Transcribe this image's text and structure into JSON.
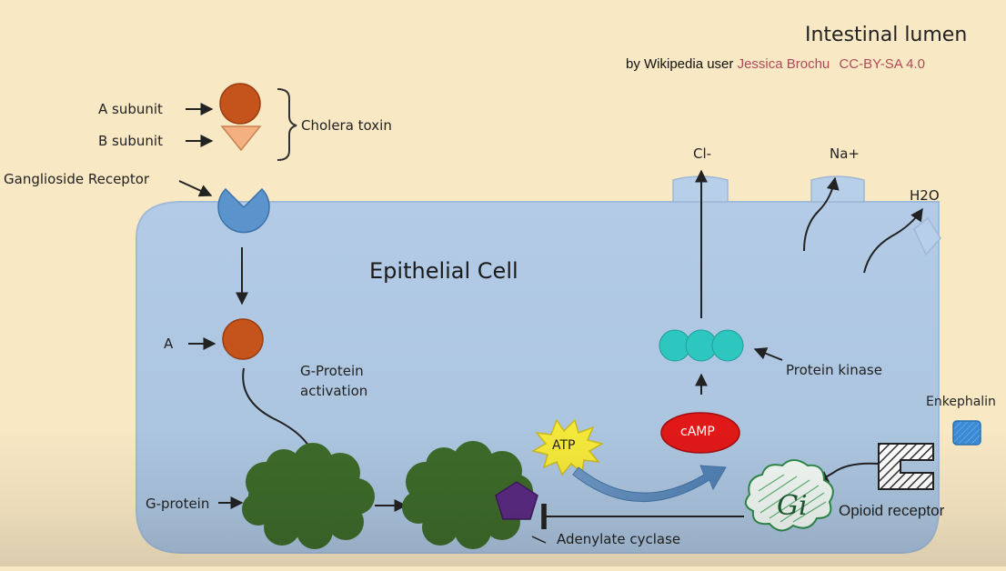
{
  "header": {
    "title": "Intestinal lumen",
    "credit_prefix": "by Wikipedia user",
    "credit_author": "Jessica Brochu",
    "credit_license": "CC-BY-SA 4.0"
  },
  "toxin": {
    "a_subunit": "A subunit",
    "b_subunit": "B subunit",
    "name": "Cholera toxin"
  },
  "labels": {
    "receptor": "Ganglioside Receptor",
    "cell": "Epithelial Cell",
    "a": "A",
    "g_protein_activation_1": "G-Protein",
    "g_protein_activation_2": "activation",
    "g_protein": "G-protein",
    "atp": "ATP",
    "camp": "cAMP",
    "protein_kinase": "Protein kinase",
    "adenylate_cyclase": "Adenylate cyclase",
    "cl": "Cl-",
    "na": "Na+",
    "h2o": "H2O",
    "enkephalin": "Enkephalin",
    "opioid_receptor": "Opioid receptor",
    "gi": "Gi"
  },
  "colors": {
    "background": "#f8e8c4",
    "cell": "#b7cfe8",
    "a_subunit": "#c4541b",
    "b_subunit": "#f4b080",
    "receptor": "#5b93cc",
    "g_protein": "#3d6a2a",
    "pentagon": "#5a2a82",
    "kinase": "#2ec7c0",
    "camp": "#e01818",
    "atp": "#f4e83a",
    "enkephalin": "#3a8ad6",
    "gi": "#2e8a4a"
  }
}
